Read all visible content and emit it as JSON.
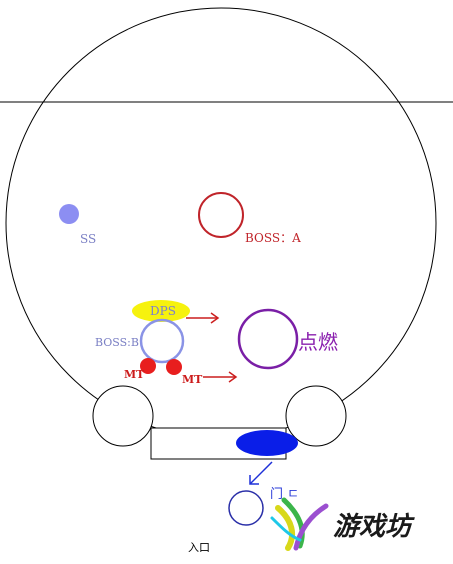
{
  "labels": {
    "ss": "SS",
    "boss_a": "BOSS：A",
    "boss_b": "BOSS:B",
    "dps": "DPS",
    "mt_left": "MT",
    "mt_right": "MT",
    "ignite": "点燃",
    "entrance": "入口",
    "door_text": "门 ㄷ",
    "watermark": "游戏坊"
  },
  "colors": {
    "outline": "#000000",
    "ss_fill": "#8c8ef2",
    "boss_a_ring": "#c0242a",
    "boss_a_text": "#c0242a",
    "boss_b_ring": "#8a93e6",
    "boss_b_text": "#7a7fc4",
    "dps_fill": "#f6f20e",
    "dps_text": "#7a7fd0",
    "mt_fill": "#e81e1e",
    "mt_text": "#cc1b1b",
    "arrow_red": "#cc1f1f",
    "ignite_ring": "#7a1fa6",
    "ignite_text": "#8a1fae",
    "blue_blob": "#0a1ee8",
    "blue_arrow": "#1e30d8",
    "entrance_ring": "#2a2fa8",
    "watermark_text": "#1a1a1a"
  },
  "icons": [
    "red-arrow",
    "blue-arrow",
    "swirl-logo"
  ]
}
